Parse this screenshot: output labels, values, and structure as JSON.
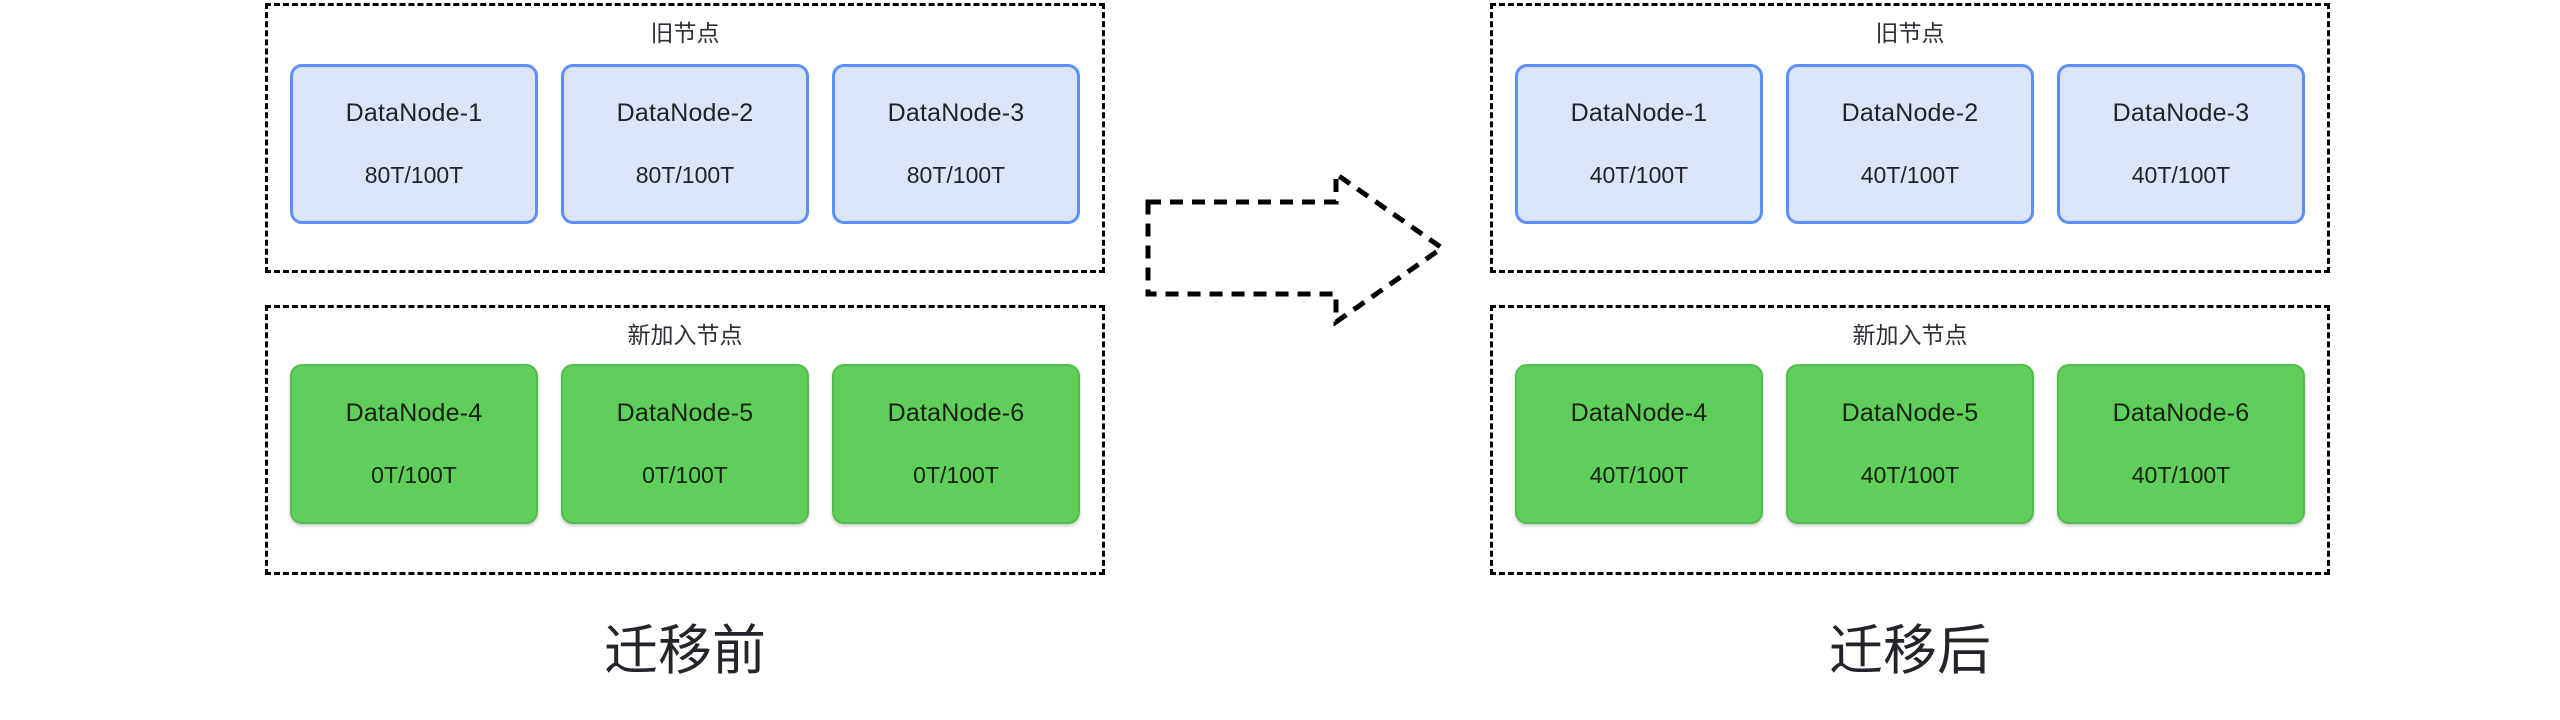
{
  "diagram": {
    "title_before": "迁移前",
    "title_after": "迁移后",
    "group_old_label": "旧节点",
    "group_new_label": "新加入节点",
    "arrow_icon": "right-block-arrow-icon",
    "colors": {
      "node_blue_fill": "#dce4f7",
      "node_blue_border": "#5b8ff9",
      "node_green_fill": "#5fce5a",
      "node_green_border": "#4fbf4a",
      "container_border": "#000000",
      "text": "#22252a",
      "background": "#ffffff"
    }
  },
  "before": {
    "caption": "迁移前",
    "old_group": {
      "label": "旧节点",
      "nodes": [
        {
          "name": "DataNode-1",
          "capacity": "80T/100T"
        },
        {
          "name": "DataNode-2",
          "capacity": "80T/100T"
        },
        {
          "name": "DataNode-3",
          "capacity": "80T/100T"
        }
      ]
    },
    "new_group": {
      "label": "新加入节点",
      "nodes": [
        {
          "name": "DataNode-4",
          "capacity": "0T/100T"
        },
        {
          "name": "DataNode-5",
          "capacity": "0T/100T"
        },
        {
          "name": "DataNode-6",
          "capacity": "0T/100T"
        }
      ]
    }
  },
  "after": {
    "caption": "迁移后",
    "old_group": {
      "label": "旧节点",
      "nodes": [
        {
          "name": "DataNode-1",
          "capacity": "40T/100T"
        },
        {
          "name": "DataNode-2",
          "capacity": "40T/100T"
        },
        {
          "name": "DataNode-3",
          "capacity": "40T/100T"
        }
      ]
    },
    "new_group": {
      "label": "新加入节点",
      "nodes": [
        {
          "name": "DataNode-4",
          "capacity": "40T/100T"
        },
        {
          "name": "DataNode-5",
          "capacity": "40T/100T"
        },
        {
          "name": "DataNode-6",
          "capacity": "40T/100T"
        }
      ]
    }
  }
}
